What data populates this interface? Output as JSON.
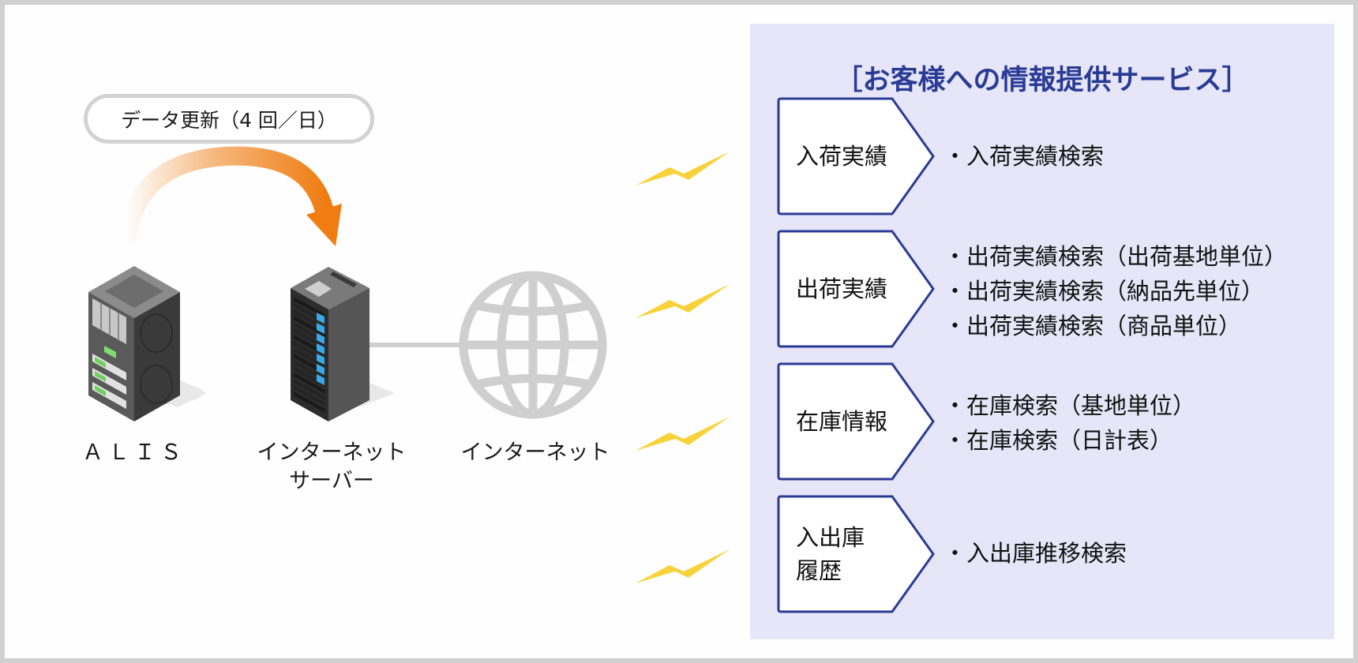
{
  "update_label": "データ更新（4 回／日）",
  "nodes": {
    "alis": "ＡＬＩＳ",
    "internet_server_line1": "インターネット",
    "internet_server_line2": "サーバー",
    "internet": "インターネット"
  },
  "panel": {
    "title": "［お客様への情報提供サービス］",
    "background": "#e6e6f8",
    "title_color": "#2a3b95",
    "categories": [
      {
        "label": "入荷実績",
        "items": [
          "入荷実績検索"
        ]
      },
      {
        "label": "出荷実績",
        "items": [
          "出荷実績検索（出荷基地単位）",
          "出荷実績検索（納品先単位）",
          "出荷実績検索（商品単位）"
        ]
      },
      {
        "label": "在庫情報",
        "items": [
          "在庫検索（基地単位）",
          "在庫検索（日計表）"
        ]
      },
      {
        "label_lines": [
          "入出庫",
          "履歴"
        ],
        "items": [
          "入出庫推移検索"
        ]
      }
    ]
  },
  "colors": {
    "arrow": "#ef7d12",
    "lightning": "#f7d23a",
    "globe": "#cfcfcf",
    "category_border": "#2a3b95",
    "server_dark": "#3d3d3d"
  },
  "icons": [
    "alis-server-icon",
    "internet-server-icon",
    "globe-icon",
    "lightning-icon",
    "update-arrow-icon"
  ]
}
